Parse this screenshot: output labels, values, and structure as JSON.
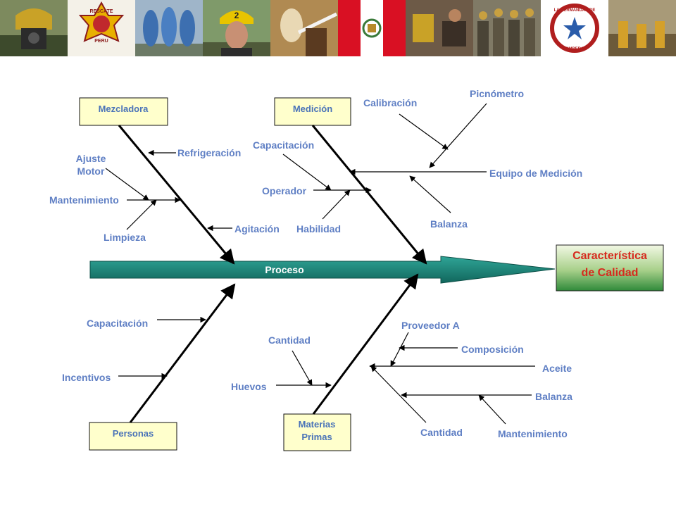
{
  "banner": {
    "tiles": [
      {
        "name": "firefighter-helmet-photo",
        "bg": "#6b7a52"
      },
      {
        "name": "rescate-peru-badge",
        "bg": "#f4f1e8"
      },
      {
        "name": "hazmat-team-photo",
        "bg": "#5d86b8"
      },
      {
        "name": "firefighter-portrait-photo",
        "bg": "#6a7f5a"
      },
      {
        "name": "fire-hose-painting",
        "bg": "#8a6a3e"
      },
      {
        "name": "peru-flag",
        "bg": "#ffffff"
      },
      {
        "name": "rescue-scene-photo",
        "bg": "#6d5a47"
      },
      {
        "name": "crew-group-photo",
        "bg": "#6b6555"
      },
      {
        "name": "hermandad-de-bomberos-logo",
        "bg": "#ffffff"
      },
      {
        "name": "fire-scene-photo",
        "bg": "#8c7d5c"
      }
    ],
    "badge_text": "RESCATE",
    "badge_sub": "PERU",
    "helmet_number": "2",
    "logo_top": "LA HERMANDAD DE",
    "logo_bottom": "BOMBEROS"
  },
  "colors": {
    "label": "#5f7fc4",
    "category_text": "#4a73b8",
    "box_fill": "#ffffcc",
    "spine": "#1a8c80",
    "head_text": "#d62a1e"
  },
  "diagram": {
    "spine_label": "Proceso",
    "effect": [
      "Característica",
      "de Calidad"
    ],
    "categories": {
      "mezcladora": "Mezcladora",
      "medicion": "Medición",
      "personas": "Personas",
      "materias": [
        "Materias",
        "Primas"
      ]
    },
    "causes": {
      "refrigeracion": "Refrigeración",
      "ajuste_motor": [
        "Ajuste",
        "Motor"
      ],
      "mantenimiento": "Mantenimiento",
      "limpieza": "Limpieza",
      "agitacion": "Agitación",
      "capacitacion_med": "Capacitación",
      "operador": "Operador",
      "habilidad": "Habilidad",
      "calibracion": "Calibración",
      "picnometro": "Picnómetro",
      "equipo_medicion": "Equipo de Medición",
      "balanza_med": "Balanza",
      "capacitacion_per": "Capacitación",
      "incentivos": "Incentivos",
      "cantidad_huevos": "Cantidad",
      "huevos": "Huevos",
      "proveedor_a": "Proveedor A",
      "composicion": "Composición",
      "aceite": "Aceite",
      "balanza_mat": "Balanza",
      "cantidad_mat": "Cantidad",
      "mantenimiento_mat": "Mantenimiento"
    }
  }
}
